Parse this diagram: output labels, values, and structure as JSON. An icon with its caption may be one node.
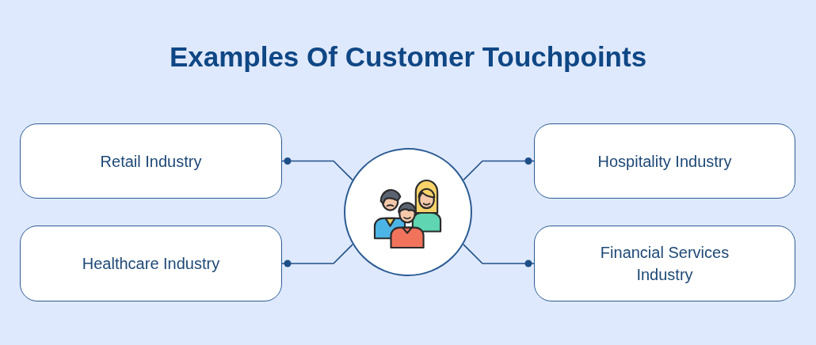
{
  "diagram": {
    "title": "Examples Of Customer Touchpoints",
    "nodes": [
      {
        "text": [],
        "shape": "circle"
      },
      {
        "text": [
          "Retail Industry"
        ]
      },
      {
        "text": [
          "Healthcare Industry"
        ]
      },
      {
        "text": [
          "Hospitality Industry"
        ]
      },
      {
        "text": [
          "Financial Services Industry"
        ]
      }
    ],
    "edges": [
      {
        "from": 0,
        "to": 1,
        "arrow": "other"
      },
      {
        "from": 0,
        "to": 2,
        "arrow": "other"
      },
      {
        "from": 0,
        "to": 3,
        "arrow": "other"
      },
      {
        "from": 0,
        "to": 4,
        "arrow": "other"
      }
    ]
  }
}
